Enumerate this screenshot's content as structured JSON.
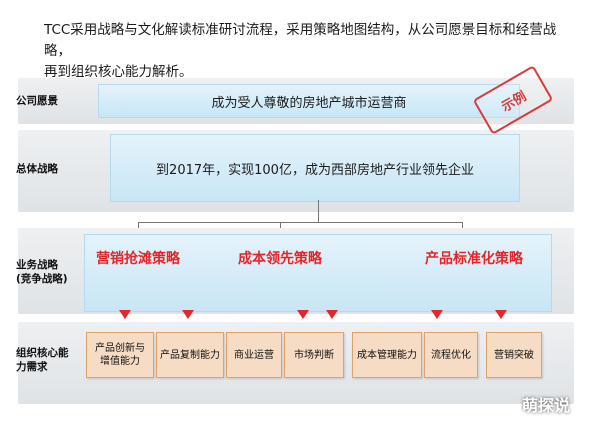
{
  "intro": {
    "line1": "TCC采用战略与文化解读标准研讨流程，采用策略地图结构，从公司愿景目标和经营战略，",
    "line2": "再到组织核心能力解析。"
  },
  "rows": {
    "vision": {
      "label": "公司愿景",
      "content": "成为受人尊敬的房地产城市运营商"
    },
    "overall": {
      "label": "总体战略",
      "content": "到2017年，实现100亿，成为西部房地产行业领先企业"
    },
    "business": {
      "label_line1": "业务战略",
      "label_line2": "(竞争战略)",
      "strategies": [
        "营销抢滩策略",
        "成本领先策略",
        "产品标准化策略"
      ]
    },
    "capability": {
      "label_line1": "组织核心能",
      "label_line2": "力需求",
      "items": [
        {
          "line1": "产品创新与",
          "line2": "增值能力"
        },
        {
          "line1": "产品复制能力",
          "line2": ""
        },
        {
          "line1": "商业运营",
          "line2": ""
        },
        {
          "line1": "市场判断",
          "line2": ""
        },
        {
          "line1": "成本管理能力",
          "line2": ""
        },
        {
          "line1": "流程优化",
          "line2": ""
        },
        {
          "line1": "营销突破",
          "line2": ""
        }
      ]
    }
  },
  "stamp": "示例",
  "watermark": "萌探说",
  "colors": {
    "strategy_text": "#e4262a",
    "arrow": "#e4262a",
    "stamp": "#d63c3c",
    "box_fill": "#d6edf9",
    "capability_fill": "#f6dcc4"
  }
}
